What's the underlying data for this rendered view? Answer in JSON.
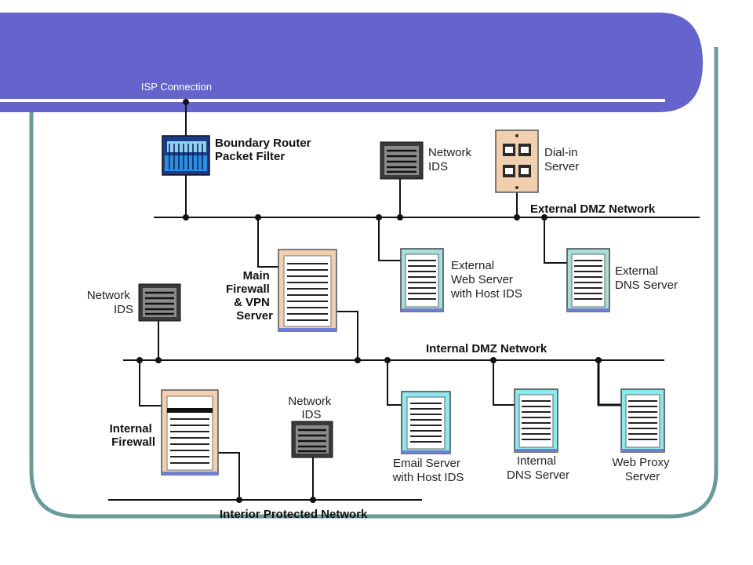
{
  "slide": {
    "frame_color": "#6a9a9a",
    "banner_color": "#6464cc"
  },
  "networks": {
    "isp": "ISP Connection",
    "external_dmz": "External DMZ Network",
    "internal_dmz": "Internal DMZ Network",
    "interior": "Interior Protected Network"
  },
  "devices": {
    "boundary_router": [
      "Boundary Router",
      "Packet Filter"
    ],
    "network_ids_top": [
      "Network",
      "IDS"
    ],
    "dial_in": [
      "Dial-in",
      "Server"
    ],
    "main_firewall": [
      "Main",
      "Firewall",
      "& VPN",
      "Server"
    ],
    "external_web": [
      "External",
      "Web Server",
      "with Host IDS"
    ],
    "external_dns": [
      "External",
      "DNS Server"
    ],
    "network_ids_left": [
      "Network",
      "IDS"
    ],
    "internal_firewall": [
      "Internal",
      "Firewall"
    ],
    "network_ids_bottom": [
      "Network",
      "IDS"
    ],
    "email_server": [
      "Email Server",
      "with Host IDS"
    ],
    "internal_dns": [
      "Internal",
      "DNS Server"
    ],
    "web_proxy": [
      "Web Proxy",
      "Server"
    ]
  }
}
